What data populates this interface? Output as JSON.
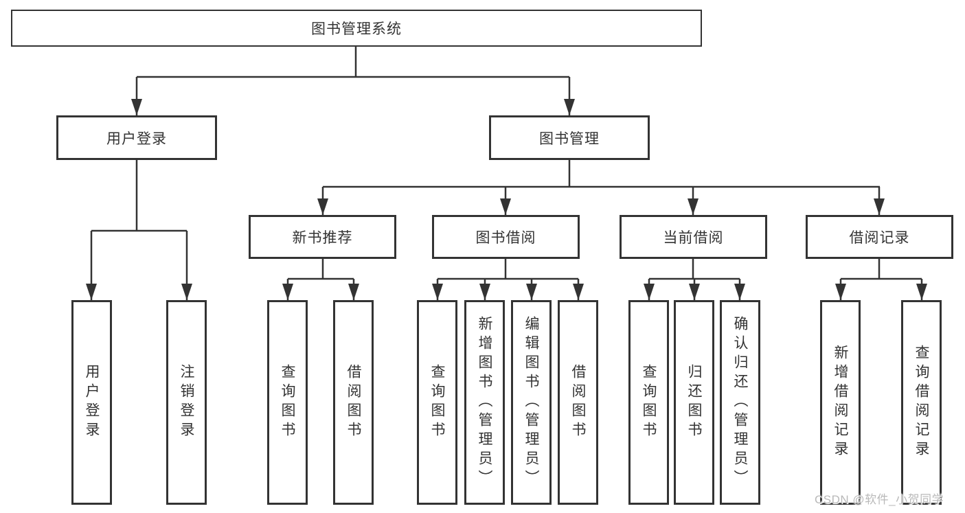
{
  "diagram": {
    "title": "图书管理系统",
    "nodes": {
      "root": "图书管理系统",
      "level2": [
        "用户登录",
        "图书管理"
      ],
      "level3": [
        "新书推荐",
        "图书借阅",
        "当前借阅",
        "借阅记录"
      ],
      "leaves": [
        "用户登录",
        "注销登录",
        "查询图书",
        "借阅图书",
        "查询图书",
        "新增图书（管理员）",
        "编辑图书（管理员）",
        "借阅图书",
        "查询图书",
        "归还图书",
        "确认归还（管理员）",
        "新增借阅记录",
        "查询借阅记录"
      ]
    },
    "structure": [
      {
        "parent": "用户登录",
        "children": [
          "用户登录",
          "注销登录"
        ]
      },
      {
        "parent": "图书管理",
        "children": [
          "新书推荐",
          "图书借阅",
          "当前借阅",
          "借阅记录"
        ]
      },
      {
        "parent": "新书推荐",
        "children": [
          "查询图书",
          "借阅图书"
        ]
      },
      {
        "parent": "图书借阅",
        "children": [
          "查询图书",
          "新增图书（管理员）",
          "编辑图书（管理员）",
          "借阅图书"
        ]
      },
      {
        "parent": "当前借阅",
        "children": [
          "查询图书",
          "归还图书",
          "确认归还（管理员）"
        ]
      },
      {
        "parent": "借阅记录",
        "children": [
          "新增借阅记录",
          "查询借阅记录"
        ]
      }
    ],
    "colors": {
      "line": "#333333",
      "box_border": "#333333",
      "text": "#333333",
      "background": "#ffffff",
      "watermark": "#b9b9b9"
    }
  },
  "watermark": {
    "text": "CSDN @软件_小贺同学"
  }
}
